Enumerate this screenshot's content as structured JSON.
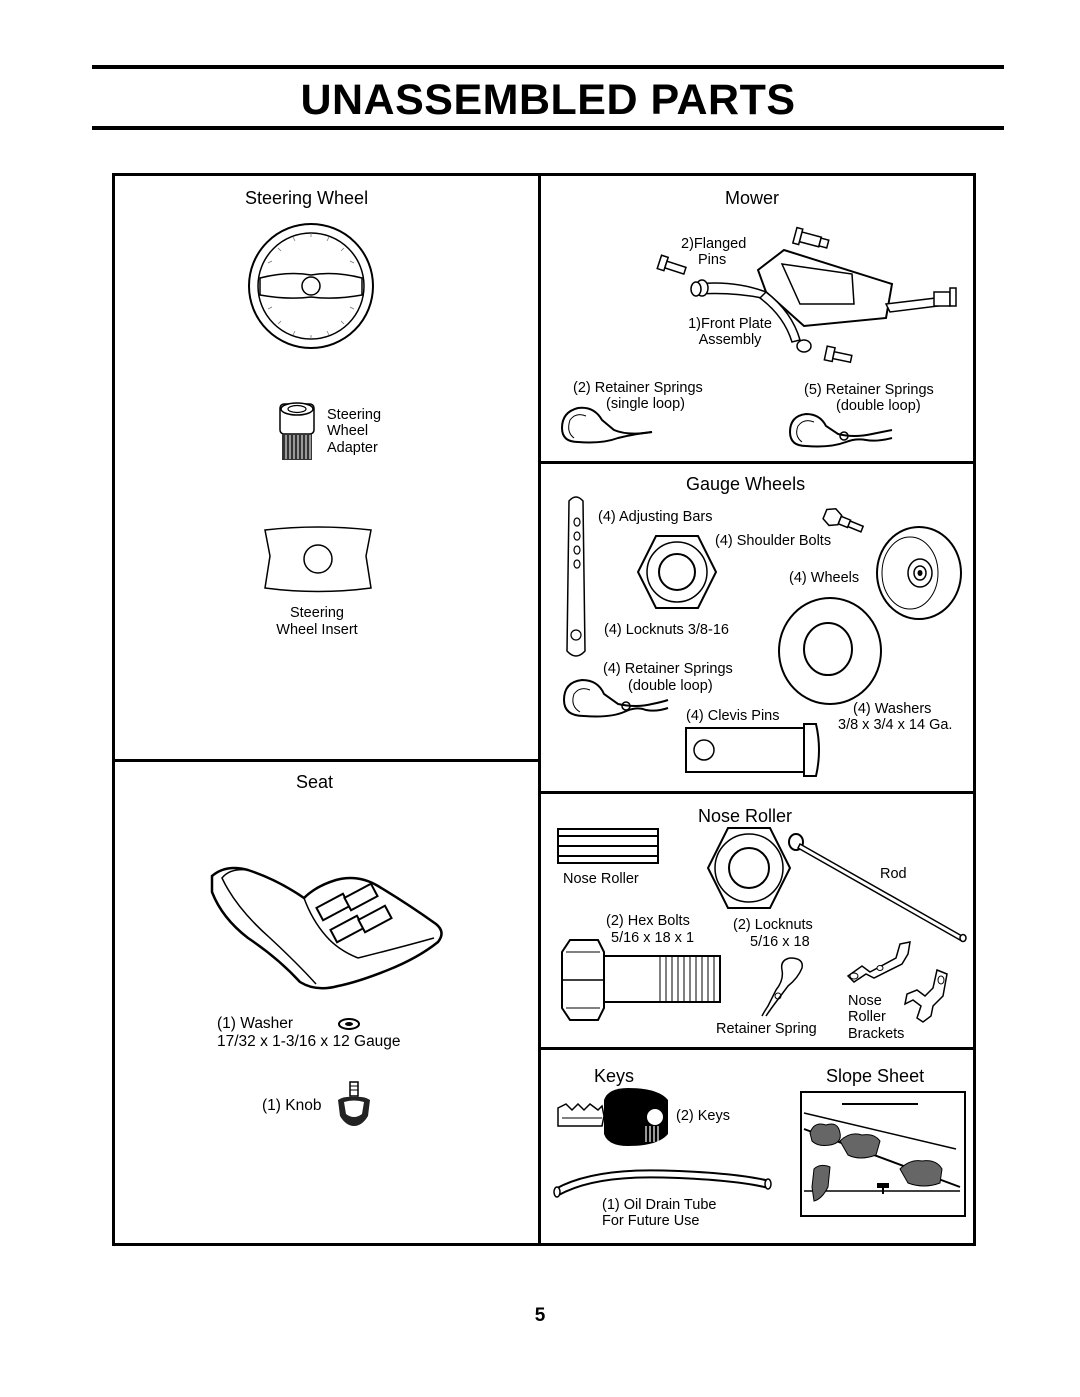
{
  "page": {
    "title": "UNASSEMBLED PARTS",
    "page_number": "5"
  },
  "steering_wheel": {
    "heading": "Steering Wheel",
    "adapter_label": [
      "Steering",
      "Wheel",
      "Adapter"
    ],
    "insert_label": [
      "Steering",
      "Wheel Insert"
    ],
    "icons": [
      "steering-wheel-icon",
      "adapter-icon",
      "insert-icon"
    ]
  },
  "seat": {
    "heading": "Seat",
    "washer_label": "1) Washer",
    "washer_size": "17/32 x 1-3/16 x 12 Gauge",
    "knob_label": "1) Knob"
  },
  "mower": {
    "heading": "Mower",
    "flanged_pins": [
      "2)Flanged",
      "Pins"
    ],
    "front_plate": [
      "1)Front Plate",
      "Assembly"
    ],
    "springs_single": [
      "2)  Retainer Springs",
      "(single loop)"
    ],
    "springs_double": [
      "5)  Retainer Springs",
      "(double loop)"
    ]
  },
  "gauge_wheels": {
    "heading": "Gauge Wheels",
    "adjusting_bars": "4) Adjusting Bars",
    "shoulder_bolts": "4) Shoulder Bolts",
    "wheels": "4) Wheels",
    "locknuts": "4) Locknuts  3/8-16",
    "retainer_springs": [
      "4)  Retainer Springs",
      "(double loop)"
    ],
    "clevis_pins": "4) Clevis Pins",
    "washers": [
      "(4) Washers",
      "3/8 x 3/4 x 14 Ga."
    ]
  },
  "nose_roller": {
    "heading": "Nose Roller",
    "roller_label": "Nose Roller",
    "rod_label": "Rod",
    "hex_bolts": [
      "2) Hex Bolts",
      "5/16 x 18 x 1"
    ],
    "locknuts": [
      "(2) Locknuts",
      "5/16 x 18"
    ],
    "brackets": [
      "Nose",
      "Roller",
      "Brackets"
    ],
    "retainer_spring": "Retainer Spring"
  },
  "keys": {
    "heading": "Keys",
    "keys_label": "2) Keys",
    "drain_tube": [
      "1) Oil Drain Tube",
      "For Future Use"
    ]
  },
  "slope_sheet": {
    "heading": "Slope Sheet"
  }
}
